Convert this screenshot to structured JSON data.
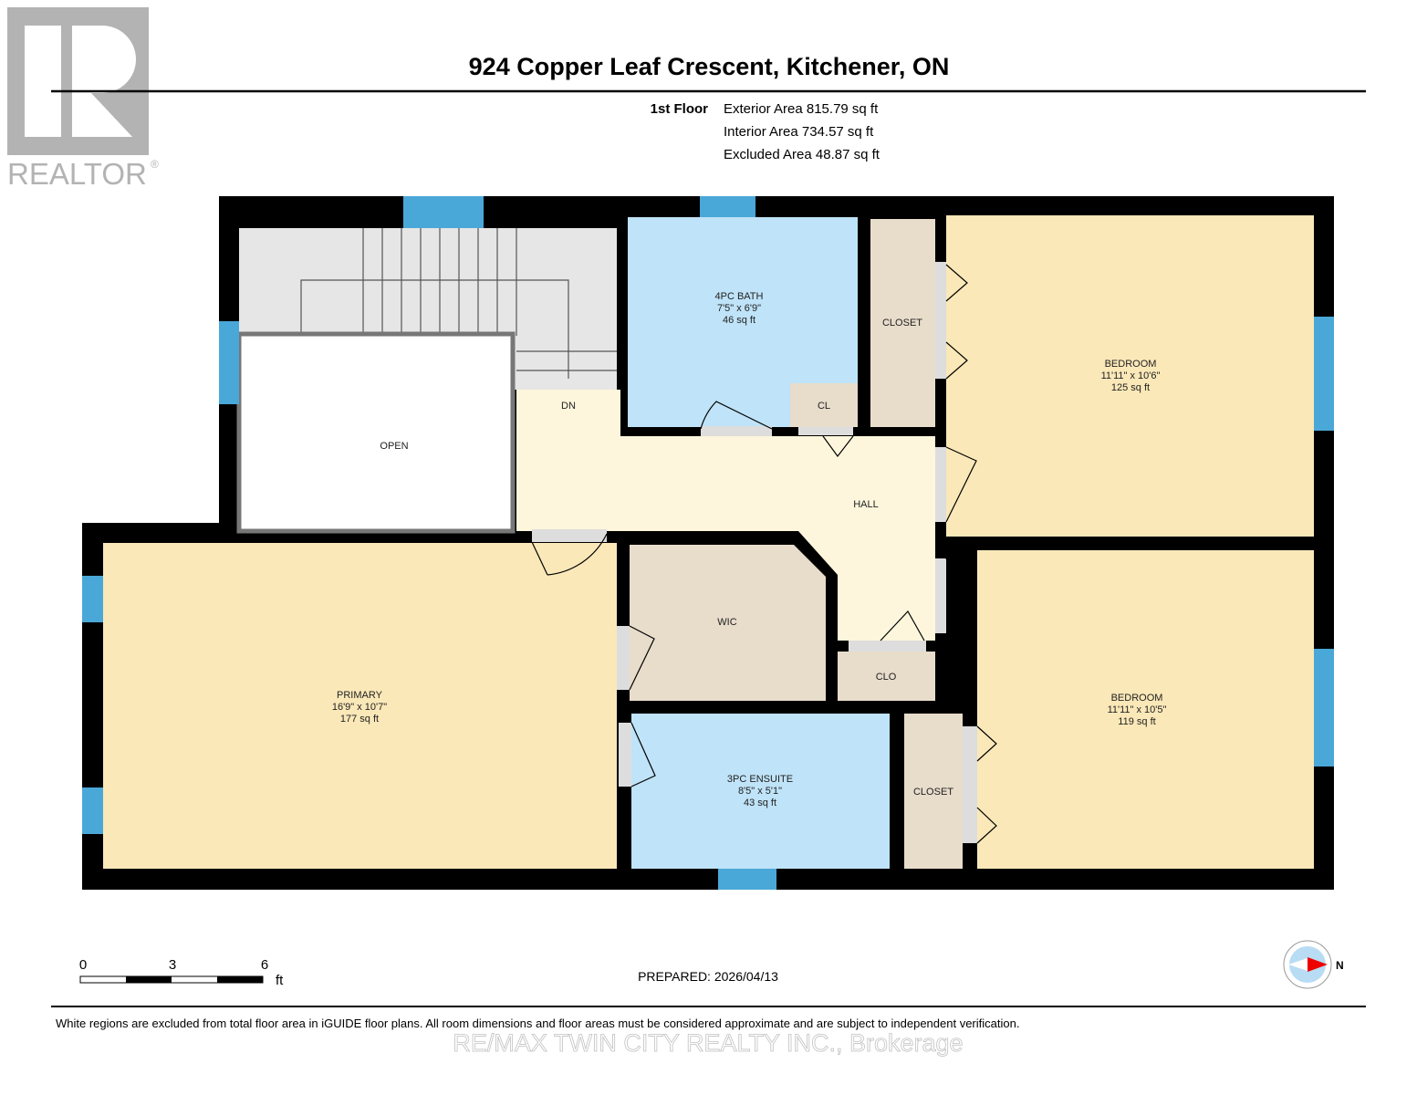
{
  "logo": {
    "text": "REALTOR",
    "mark": "®"
  },
  "title": "924 Copper Leaf Crescent, Kitchener, ON",
  "floor": {
    "name": "1st Floor",
    "exterior": "Exterior Area 815.79 sq ft",
    "interior": "Interior Area 734.57 sq ft",
    "excluded": "Excluded Area 48.87 sq ft"
  },
  "rooms": {
    "bath": {
      "name": "4PC BATH",
      "dims": "7'5\" x 6'9\"",
      "area": "46 sq ft"
    },
    "closet_top": {
      "name": "CLOSET"
    },
    "bedroom1": {
      "name": "BEDROOM",
      "dims": "11'11\" x 10'6\"",
      "area": "125 sq ft"
    },
    "open": {
      "name": "OPEN"
    },
    "dn": {
      "name": "DN"
    },
    "cl": {
      "name": "CL"
    },
    "hall": {
      "name": "HALL"
    },
    "primary": {
      "name": "PRIMARY",
      "dims": "16'9\" x 10'7\"",
      "area": "177 sq ft"
    },
    "wic": {
      "name": "WIC"
    },
    "clo": {
      "name": "CLO"
    },
    "ensuite": {
      "name": "3PC ENSUITE",
      "dims": "8'5\" x 5'1\"",
      "area": "43 sq ft"
    },
    "closet_bottom": {
      "name": "CLOSET"
    },
    "bedroom2": {
      "name": "BEDROOM",
      "dims": "11'11\" x 10'5\"",
      "area": "119 sq ft"
    }
  },
  "scale": {
    "ticks": [
      "0",
      "3",
      "6"
    ],
    "unit": "ft"
  },
  "prepared": "PREPARED: 2026/04/13",
  "compass": {
    "label": "N"
  },
  "disclaimer": "White regions are excluded from total floor area in iGUIDE floor plans. All room dimensions and floor areas must be considered approximate and are subject to independent verification.",
  "watermark": "RE/MAX TWIN CITY REALTY INC., Brokerage",
  "colors": {
    "wall": "#000000",
    "window": "#4aa8d8",
    "bedroom": "#fae8b8",
    "bath": "#bfe3f8",
    "closet": "#e8dccb",
    "hall": "#fdf6dc",
    "stairs": "#e6e6e6"
  }
}
